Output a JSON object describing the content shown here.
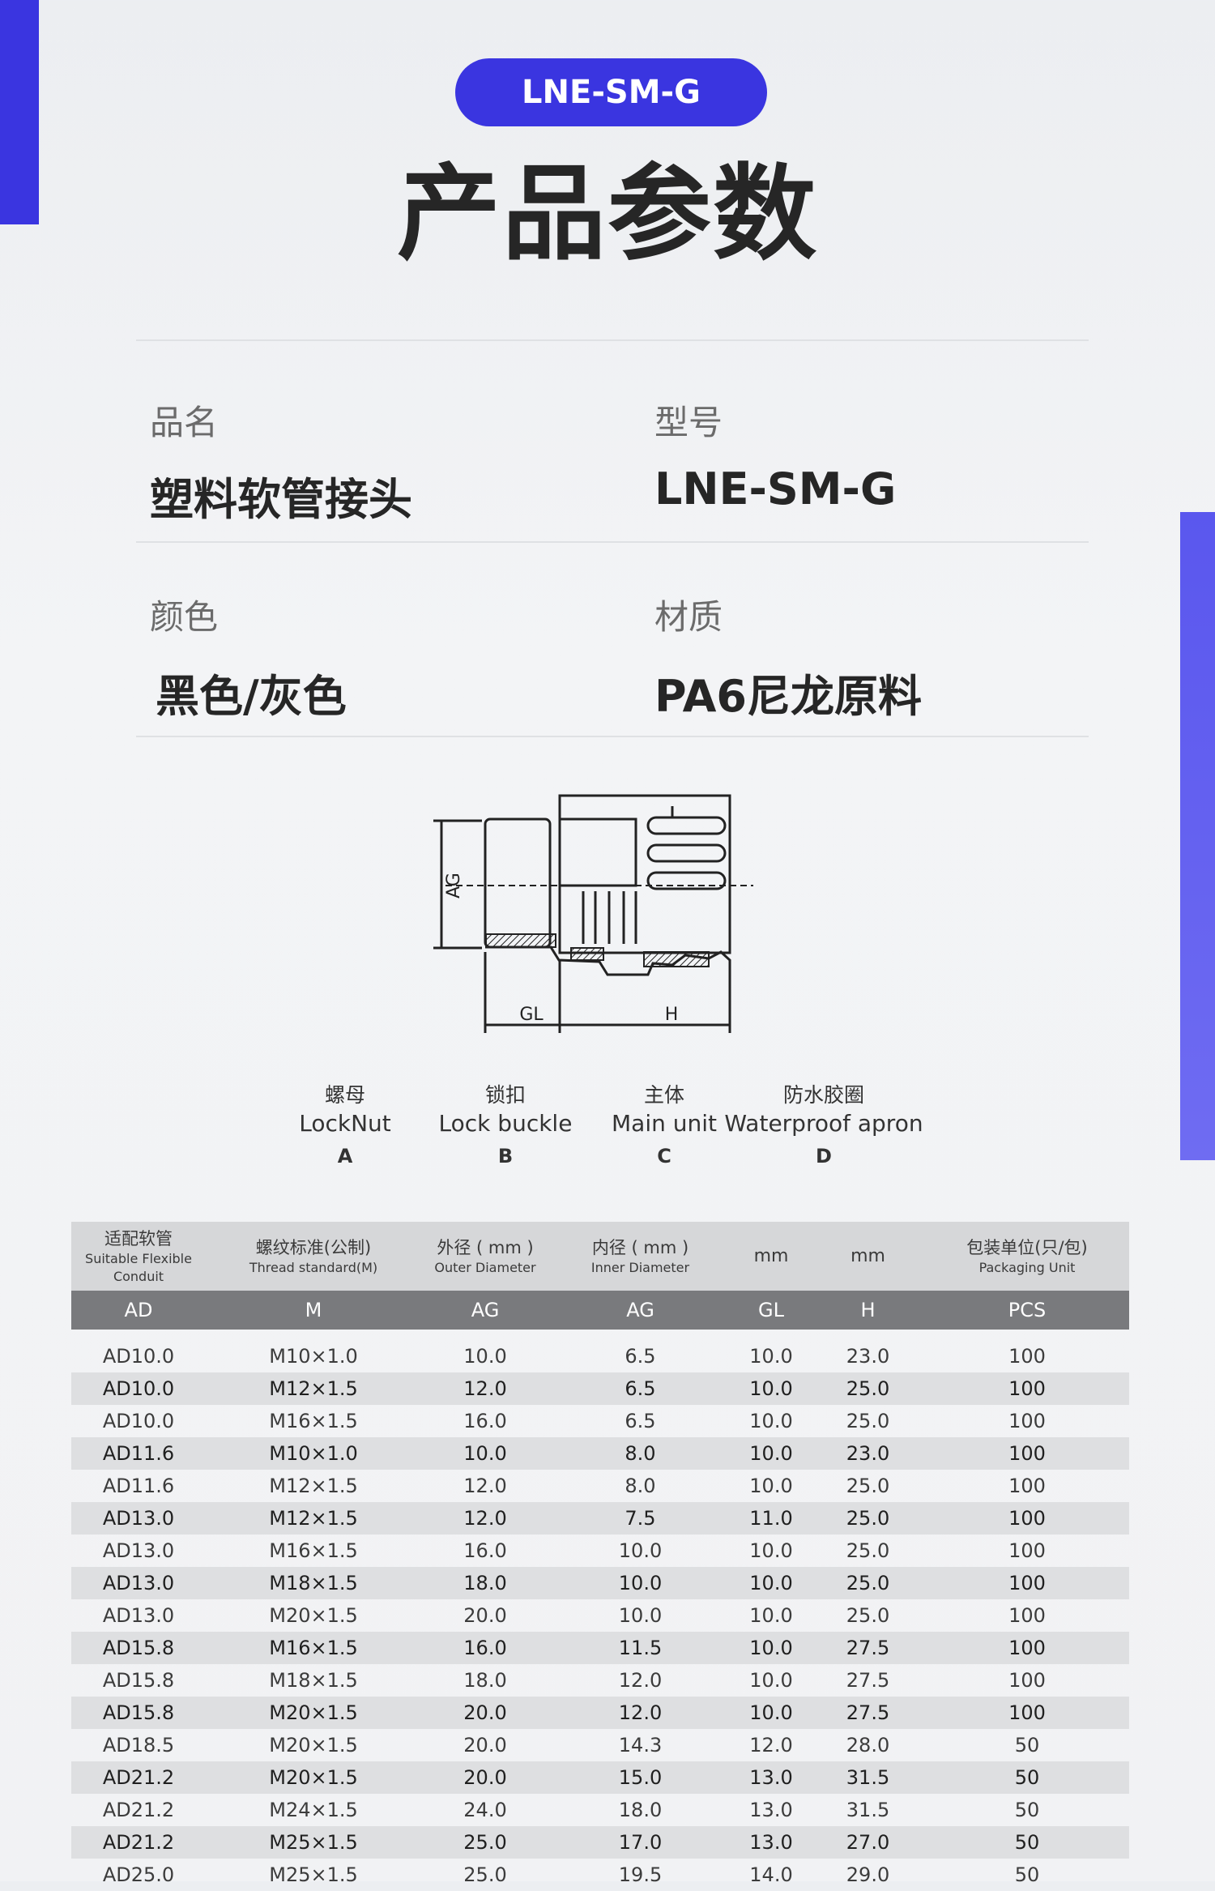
{
  "header": {
    "model_pill": "LNE-SM-G",
    "title": "产品参数"
  },
  "specs": {
    "name_label": "品名",
    "name_value": "塑料软管接头",
    "model_label": "型号",
    "model_value": "LNE-SM-G",
    "color_label": "颜色",
    "color_value": "黑色/灰色",
    "material_label": "材质",
    "material_value": "PA6尼龙原料"
  },
  "diagram": {
    "dim_ag": "AG",
    "dim_gl": "GL",
    "dim_h": "H"
  },
  "parts": [
    {
      "cn": "螺母",
      "en": "LockNut",
      "letter": "A"
    },
    {
      "cn": "锁扣",
      "en": "Lock buckle",
      "letter": "B"
    },
    {
      "cn": "主体",
      "en": "Main unit",
      "letter": "C"
    },
    {
      "cn": "防水胶圈",
      "en": "Waterproof apron",
      "letter": "D"
    }
  ],
  "table": {
    "head_top": [
      {
        "cn": "适配软管",
        "en": "Suitable Flexible Conduit"
      },
      {
        "cn": "螺纹标准(公制)",
        "en": "Thread standard(M)"
      },
      {
        "cn": "外径 ( mm )",
        "en": "Outer Diameter"
      },
      {
        "cn": "内径 ( mm )",
        "en": "Inner Diameter"
      },
      {
        "cn": "mm",
        "en": ""
      },
      {
        "cn": "mm",
        "en": ""
      },
      {
        "cn": "包装单位(只/包)",
        "en": "Packaging Unit"
      }
    ],
    "head_codes": [
      "AD",
      "M",
      "AG",
      "AG",
      "GL",
      "H",
      "PCS"
    ],
    "rows": [
      [
        "AD10.0",
        "M10×1.0",
        "10.0",
        "6.5",
        "10.0",
        "23.0",
        "100"
      ],
      [
        "AD10.0",
        "M12×1.5",
        "12.0",
        "6.5",
        "10.0",
        "25.0",
        "100"
      ],
      [
        "AD10.0",
        "M16×1.5",
        "16.0",
        "6.5",
        "10.0",
        "25.0",
        "100"
      ],
      [
        "AD11.6",
        "M10×1.0",
        "10.0",
        "8.0",
        "10.0",
        "23.0",
        "100"
      ],
      [
        "AD11.6",
        "M12×1.5",
        "12.0",
        "8.0",
        "10.0",
        "25.0",
        "100"
      ],
      [
        "AD13.0",
        "M12×1.5",
        "12.0",
        "7.5",
        "11.0",
        "25.0",
        "100"
      ],
      [
        "AD13.0",
        "M16×1.5",
        "16.0",
        "10.0",
        "10.0",
        "25.0",
        "100"
      ],
      [
        "AD13.0",
        "M18×1.5",
        "18.0",
        "10.0",
        "10.0",
        "25.0",
        "100"
      ],
      [
        "AD13.0",
        "M20×1.5",
        "20.0",
        "10.0",
        "10.0",
        "25.0",
        "100"
      ],
      [
        "AD15.8",
        "M16×1.5",
        "16.0",
        "11.5",
        "10.0",
        "27.5",
        "100"
      ],
      [
        "AD15.8",
        "M18×1.5",
        "18.0",
        "12.0",
        "10.0",
        "27.5",
        "100"
      ],
      [
        "AD15.8",
        "M20×1.5",
        "20.0",
        "12.0",
        "10.0",
        "27.5",
        "100"
      ],
      [
        "AD18.5",
        "M20×1.5",
        "20.0",
        "14.3",
        "12.0",
        "28.0",
        "50"
      ],
      [
        "AD21.2",
        "M20×1.5",
        "20.0",
        "15.0",
        "13.0",
        "31.5",
        "50"
      ],
      [
        "AD21.2",
        "M24×1.5",
        "24.0",
        "18.0",
        "13.0",
        "31.5",
        "50"
      ],
      [
        "AD21.2",
        "M25×1.5",
        "25.0",
        "17.0",
        "13.0",
        "27.0",
        "50"
      ],
      [
        "AD25.0",
        "M25×1.5",
        "25.0",
        "19.5",
        "14.0",
        "29.0",
        "50"
      ]
    ]
  }
}
